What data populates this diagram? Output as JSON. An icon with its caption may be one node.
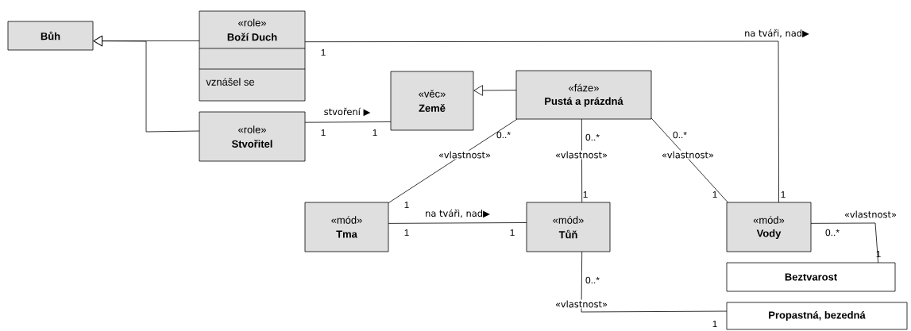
{
  "diagram": {
    "nodes": [
      {
        "text": [
          "Bůh"
        ]
      },
      {
        "text": [
          "«role»",
          "Boží Duch",
          "vznášel se"
        ]
      },
      {
        "text": [
          "«role»",
          "Stvořitel"
        ]
      },
      {
        "text": [
          "«věc»",
          "Země"
        ]
      },
      {
        "text": [
          "«fáze»",
          "Pustá a prázdná"
        ]
      },
      {
        "text": [
          "«mód»",
          "Tma"
        ]
      },
      {
        "text": [
          "«mód»",
          "Tůň"
        ]
      },
      {
        "text": [
          "«mód»",
          "Vody"
        ]
      },
      {
        "text": [
          "Beztvarost"
        ]
      },
      {
        "text": [
          "Propastná, bezedná"
        ]
      }
    ],
    "edges": [
      {
        "from": 1,
        "to": 0,
        "arrow": "to"
      },
      {
        "from": 2,
        "to": 0,
        "arrow": "to"
      },
      {
        "from": 2,
        "to": 3,
        "arrow": "none",
        "label": "stvoření ▶"
      },
      {
        "from": 4,
        "to": 3,
        "arrow": "to"
      },
      {
        "from": 1,
        "to": 7,
        "arrow": "none",
        "label": "na tváři, nad▶"
      },
      {
        "from": 4,
        "to": 5,
        "arrow": "none",
        "label": "«vlastnost»"
      },
      {
        "from": 4,
        "to": 6,
        "arrow": "none",
        "label": "«vlastnost»"
      },
      {
        "from": 4,
        "to": 7,
        "arrow": "none",
        "label": "«vlastnost»"
      },
      {
        "from": 5,
        "to": 6,
        "arrow": "none",
        "label": "na tváři, nad▶"
      },
      {
        "from": 7,
        "to": 8,
        "arrow": "none",
        "label": "«vlastnost»"
      },
      {
        "from": 6,
        "to": 9,
        "arrow": "none",
        "label": "«vlastnost»"
      }
    ],
    "labels": [
      "1",
      "1",
      "1",
      "0..*",
      "0..*",
      "0..*",
      "1",
      "1",
      "1",
      "1",
      "1",
      "1",
      "0..*",
      "1",
      "0..*",
      "1"
    ]
  }
}
